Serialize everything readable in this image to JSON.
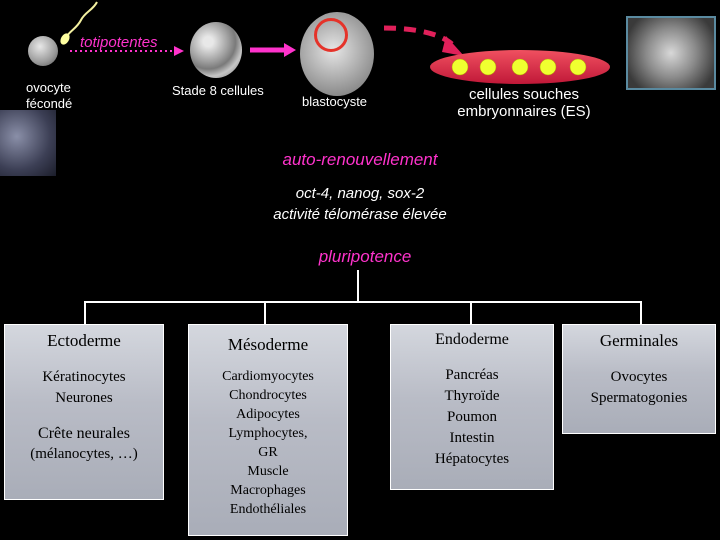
{
  "top": {
    "totipotent": "totipotentes",
    "oocyte_label": "ovocyte\nfécondé",
    "stage8_label": "Stade 8 cellules",
    "blastocyst_label": "blastocyste",
    "es_label": "cellules souches\nembryonnaires (ES)"
  },
  "center": {
    "self_renewal": "auto-renouvellement",
    "genes": "oct-4, nanog, sox-2",
    "telomerase": "activité télomérase élevée",
    "pluripotence": "pluripotence"
  },
  "columns": [
    {
      "title": "Ectoderme",
      "body": "Kératinocytes\nNeurones",
      "sub_title": "Crête neurales",
      "sub_body": "(mélanocytes, …)"
    },
    {
      "title": "Mésoderme",
      "body": "Cardiomyocytes\nChondrocytes\nAdipocytes\nLymphocytes,\nGR\nMuscle\nMacrophages\nEndothéliales"
    },
    {
      "title": "Endoderme",
      "body": "Pancréas\nThyroïde\nPoumon\nIntestin\nHépatocytes"
    },
    {
      "title": "Germinales",
      "body": "Ovocytes\nSpermatogonies"
    }
  ],
  "colors": {
    "accent": "#ff33cc",
    "arrow": "#e0205a",
    "background": "#000000",
    "panel": "#c6c9d2"
  }
}
